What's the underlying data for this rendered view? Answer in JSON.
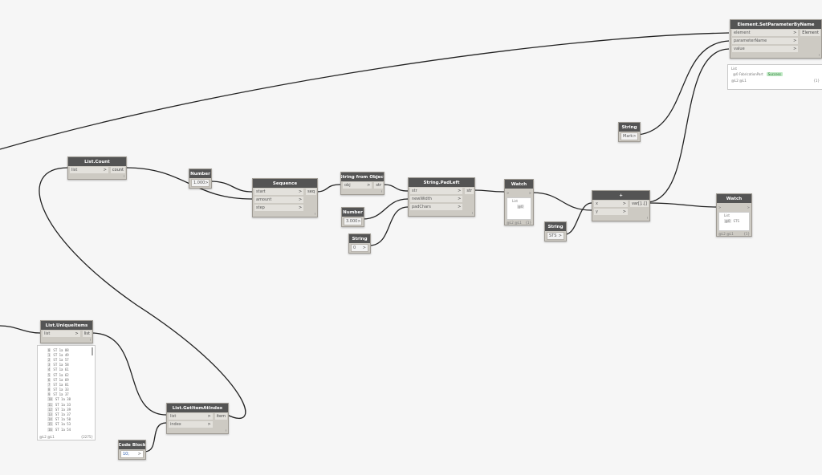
{
  "nodes": {
    "set_param": {
      "title": "Element.SetParameterByName",
      "inputs": [
        "element",
        "parameterName",
        "value"
      ],
      "output": "Element",
      "preview_list": "List",
      "preview_item": "@0 FabricationPart",
      "preview_value": "Success",
      "preview_footer_left": "@L2 @L1",
      "preview_footer_right": "{1}"
    },
    "string_top": {
      "title": "String",
      "value": "Mark"
    },
    "list_count": {
      "title": "List.Count",
      "inputs": [
        "list"
      ],
      "output": "count"
    },
    "number1": {
      "title": "Number",
      "value": "1.000"
    },
    "sequence": {
      "title": "Sequence",
      "inputs": [
        "start",
        "amount",
        "step"
      ],
      "output": "seq"
    },
    "string_from_object": {
      "title": "String from Object",
      "inputs": [
        "obj"
      ],
      "output": "str"
    },
    "number2": {
      "title": "Number",
      "value": "3.000"
    },
    "string_zero": {
      "title": "String",
      "value": "0"
    },
    "pad_left": {
      "title": "String.PadLeft",
      "inputs": [
        "str",
        "newWidth",
        "padChars"
      ],
      "output": "str"
    },
    "watch1": {
      "title": "Watch",
      "input": ">",
      "output": ">",
      "list_label": "List",
      "item": "@0",
      "footer": "@L2 @L1",
      "footer_right": "{1}"
    },
    "string_sts": {
      "title": "String",
      "value": "STS"
    },
    "plus": {
      "title": "+",
      "inputs": [
        "x",
        "y"
      ],
      "output": "var[]..[]"
    },
    "watch2": {
      "title": "Watch",
      "item_label": "List",
      "item": "STS",
      "footer": "@L2 @L1",
      "footer_right": "{1}"
    },
    "unique_items": {
      "title": "List.UniqueItems",
      "inputs": [
        "list"
      ],
      "output": "list",
      "footer_left": "@L2 @L1",
      "footer_right": "{2275}"
    },
    "get_item": {
      "title": "List.GetItemAtIndex",
      "inputs": [
        "list",
        "index"
      ],
      "output": "item"
    },
    "code_block": {
      "title": "Code Block",
      "value": "10;"
    }
  },
  "unique_list": [
    {
      "i": "0",
      "v": "ST 1a 08"
    },
    {
      "i": "1",
      "v": "ST 1a 49"
    },
    {
      "i": "2",
      "v": "ST 1a 57"
    },
    {
      "i": "3",
      "v": "ST 1a 58"
    },
    {
      "i": "4",
      "v": "ST 1a 61"
    },
    {
      "i": "5",
      "v": "ST 1a 62"
    },
    {
      "i": "6",
      "v": "ST 1a 69"
    },
    {
      "i": "7",
      "v": "ST 1a 81"
    },
    {
      "i": "8",
      "v": "ST 1a 33"
    },
    {
      "i": "9",
      "v": "ST 1a 37"
    },
    {
      "i": "10",
      "v": "ST 1a 38"
    },
    {
      "i": "11",
      "v": "ST 1a 33"
    },
    {
      "i": "12",
      "v": "ST 1a 39"
    },
    {
      "i": "13",
      "v": "ST 1a 37"
    },
    {
      "i": "14",
      "v": "ST 1a 50"
    },
    {
      "i": "15",
      "v": "ST 1a 53"
    },
    {
      "i": "16",
      "v": "ST 1a 54"
    }
  ],
  "colors": {
    "canvas": "#f6f6f6",
    "node_header": "#545454",
    "node_body": "#cdcac3",
    "wire": "#222222",
    "success": "#bfe9c4"
  }
}
